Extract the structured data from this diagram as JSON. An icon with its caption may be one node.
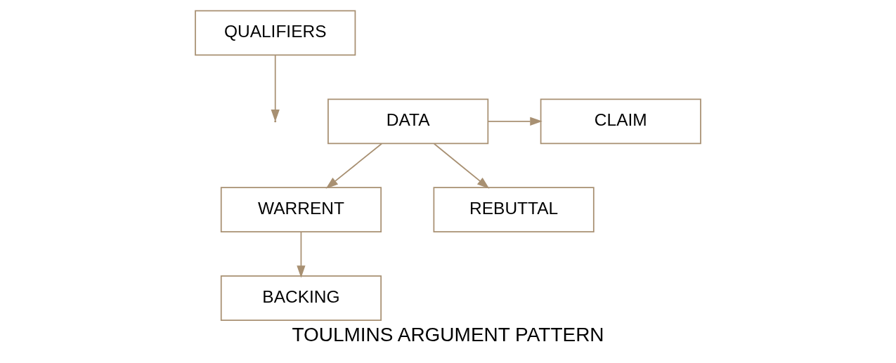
{
  "diagram": {
    "caption": "TOULMINS ARGUMENT PATTERN",
    "nodes": [
      {
        "text": [
          "QUALIFIERS"
        ]
      },
      {
        "text": [
          "DATA"
        ]
      },
      {
        "text": [
          "CLAIM"
        ]
      },
      {
        "text": [
          "WARRENT"
        ]
      },
      {
        "text": [
          "REBUTTAL"
        ]
      },
      {
        "text": [
          "BACKING"
        ]
      }
    ],
    "edges": [
      {
        "from": 0,
        "to": null,
        "arrow": "to"
      },
      {
        "from": 1,
        "to": 2,
        "arrow": "to"
      },
      {
        "from": 1,
        "to": 3,
        "arrow": "to"
      },
      {
        "from": 1,
        "to": 4,
        "arrow": "to"
      },
      {
        "from": 3,
        "to": 5,
        "arrow": "to"
      }
    ]
  }
}
